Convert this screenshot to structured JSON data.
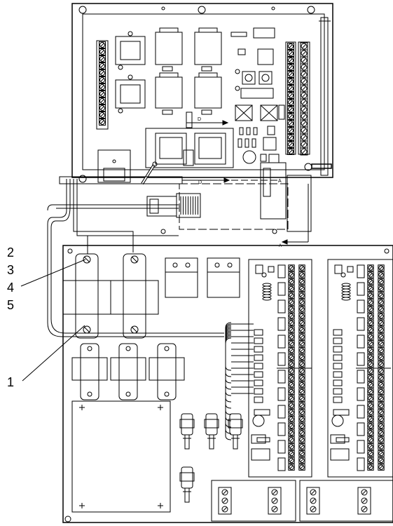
{
  "colors": {
    "ink": "#000000",
    "paper": "#ffffff",
    "shade": "#c8c8c8"
  },
  "callouts": [
    {
      "id": "2",
      "label": "2"
    },
    {
      "id": "3",
      "label": "3"
    },
    {
      "id": "4",
      "label": "4"
    },
    {
      "id": "5",
      "label": "5"
    },
    {
      "id": "1",
      "label": "1"
    }
  ],
  "markers": {
    "d_top": "D",
    "d_mid": "D",
    "a_side": "A",
    "a_bottom": "A"
  }
}
